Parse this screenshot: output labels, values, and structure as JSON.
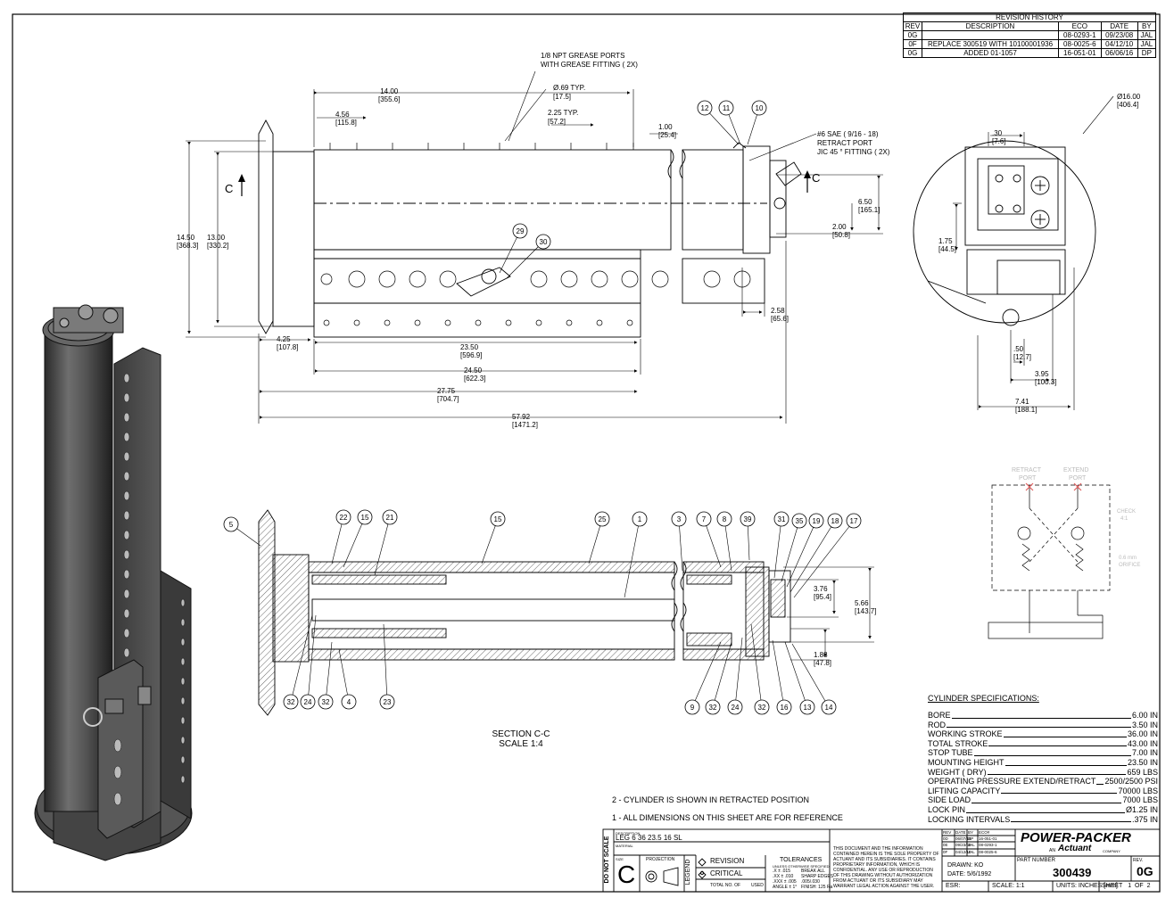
{
  "revision_history": {
    "title": "REVISION HISTORY",
    "headers": [
      "REV",
      "DESCRIPTION",
      "ECO",
      "DATE",
      "BY"
    ],
    "rows": [
      [
        "0G",
        "",
        "08-0293-1",
        "09/23/08",
        "JAL"
      ],
      [
        "0F",
        "REPLACE 300519 WITH 10100001936",
        "08-0025-6",
        "04/12/10",
        "JAL"
      ],
      [
        "0G",
        "ADDED 01-1057",
        "16-051-01",
        "06/06/16",
        "DP"
      ]
    ]
  },
  "top_view": {
    "callouts": {
      "grease": [
        "1/8 NPT GREASE PORTS",
        "WITH GREASE FITTING ( 2X)"
      ],
      "hole": [
        "Ø.69 TYP.",
        "[17.5]"
      ],
      "typ": [
        "2.25 TYP.",
        "[57.2]"
      ],
      "retract": [
        "#6 SAE ( 9/16 - 18)",
        "RETRACT PORT",
        "JIC 45 ° FITTING ( 2X)"
      ]
    },
    "dims": [
      {
        "id": "d14",
        "v": "14.00",
        "m": "[355.6]"
      },
      {
        "id": "d456",
        "v": "4.56",
        "m": "[115.8]"
      },
      {
        "id": "d100",
        "v": "1.00",
        "m": "[25.4]"
      },
      {
        "id": "d1450",
        "v": "14.50",
        "m": "[368.3]"
      },
      {
        "id": "d1300",
        "v": "13.00",
        "m": "[330.2]"
      },
      {
        "id": "d650",
        "v": "6.50",
        "m": "[165.1]"
      },
      {
        "id": "d200",
        "v": "2.00",
        "m": "[50.8]"
      },
      {
        "id": "d258",
        "v": "2.58",
        "m": "[65.6]"
      },
      {
        "id": "d425",
        "v": "4.25",
        "m": "[107.8]"
      },
      {
        "id": "d2350",
        "v": "23.50",
        "m": "[596.9]"
      },
      {
        "id": "d2450",
        "v": "24.50",
        "m": "[622.3]"
      },
      {
        "id": "d2775",
        "v": "27.75",
        "m": "[704.7]"
      },
      {
        "id": "d5792",
        "v": "57.92",
        "m": "[1471.2]"
      }
    ],
    "section_marks": [
      "C",
      "C"
    ],
    "balloons": [
      "12",
      "11",
      "10",
      "29",
      "30"
    ]
  },
  "end_view": {
    "dims": [
      {
        "id": "d1600",
        "v": "Ø16.00",
        "m": "[406.4]"
      },
      {
        "id": "d30",
        "v": ".30",
        "m": "[7.6]"
      },
      {
        "id": "d175",
        "v": "1.75",
        "m": "[44.5]"
      },
      {
        "id": "d50",
        "v": ".50",
        "m": "[12.7]"
      },
      {
        "id": "d395",
        "v": "3.95",
        "m": "[100.3]"
      },
      {
        "id": "d741",
        "v": "7.41",
        "m": "[188.1]"
      }
    ]
  },
  "schematic": {
    "labels": [
      "RETRACT",
      "PORT",
      "EXTEND",
      "PORT",
      "CHECK",
      "4:1",
      "0.6 mm",
      "ORIFICE"
    ]
  },
  "section_view": {
    "title": "SECTION C-C",
    "scale": "SCALE 1:4",
    "dims": [
      {
        "id": "d376",
        "v": "3.76",
        "m": "[95.4]"
      },
      {
        "id": "d566",
        "v": "5.66",
        "m": "[143.7]"
      },
      {
        "id": "d188",
        "v": "1.88",
        "m": "[47.8]"
      }
    ],
    "balloons_top": [
      "5",
      "22",
      "15",
      "21",
      "15",
      "25",
      "1",
      "3",
      "7",
      "8",
      "39",
      "31",
      "35",
      "19",
      "18",
      "17"
    ],
    "balloons_bottom": [
      "32",
      "24",
      "32",
      "4",
      "23",
      "9",
      "32",
      "24",
      "32",
      "16",
      "13",
      "14"
    ]
  },
  "notes": [
    "2 - CYLINDER IS SHOWN IN RETRACTED POSITION",
    "1 - ALL DIMENSIONS ON THIS SHEET ARE FOR REFERENCE"
  ],
  "specs": {
    "title": "CYLINDER SPECIFICATIONS:",
    "rows": [
      {
        "label": "BORE",
        "value": "6.00 IN"
      },
      {
        "label": "ROD",
        "value": "3.50 IN"
      },
      {
        "label": "WORKING STROKE",
        "value": "36.00 IN"
      },
      {
        "label": "TOTAL STROKE",
        "value": "43.00 IN"
      },
      {
        "label": "STOP TUBE",
        "value": "7.00 IN"
      },
      {
        "label": "MOUNTING HEIGHT",
        "value": "23.50 IN"
      },
      {
        "label": "WEIGHT ( DRY)",
        "value": "659 LBS"
      },
      {
        "label": "OPERATING PRESSURE EXTEND/RETRACT",
        "value": "2500/2500 PSI"
      },
      {
        "label": "LIFTING CAPACITY",
        "value": "70000 LBS"
      },
      {
        "label": "SIDE LOAD",
        "value": "7000 LBS"
      },
      {
        "label": "LOCK PIN",
        "value": "Ø1.25 IN"
      },
      {
        "label": "LOCKING INTERVALS",
        "value": ".375 IN"
      }
    ]
  },
  "title_block": {
    "do_not_scale": "DO NOT SCALE",
    "description_label": "DESCRIPTION",
    "description": "LEG 6 36 23.5 16 SL",
    "material_label": "MATERIAL",
    "size_label": "SIZE",
    "size": "C",
    "projection_label": "PROJECTION",
    "legend": "LEGEND",
    "revision": "REVISION",
    "critical": "CRITICAL",
    "total_no": "TOTAL NO. OF",
    "used": "USED",
    "tolerances_title": "TOLERANCES",
    "tolerances_sub": "UNLESS OTHERWISE SPECIFIED",
    "tol_lines": [
      ".X ± .015",
      ".XX ± .010",
      ".XXX ± .005",
      "ANGLE ± 1°"
    ],
    "tol_right": [
      "BREAK ALL",
      "SHARP EDGES",
      ".005/.030",
      "FINISH: 125 Ra"
    ],
    "proprietary": [
      "THIS DOCUMENT AND THE INFORMATION",
      "CONTAINED HEREIN IS THE SOLE PROPERTY OF",
      "ACTUANT AND ITS SUBSIDIARIES. IT CONTAINS",
      "PROPRIETARY INFORMATION, WHICH IS",
      "CONFIDENTIAL. ANY USE OR REPRODUCTION",
      "OF THIS DRAWING WITHOUT AUTHORIZATION",
      "FROM ACTUANT OR ITS SUBSIDIARY MAY",
      "WARRANT LEGAL ACTION AGAINST THE USER."
    ],
    "mini_rev_headers": [
      "REV",
      "DATE",
      "BY",
      "ECO#"
    ],
    "mini_rev_rows": [
      [
        "0D",
        "06/07/16",
        "DP",
        "16-051-01"
      ],
      [
        "0E",
        "09/23/08",
        "JAL",
        "08-0293-1"
      ],
      [
        "0F",
        "04/12/10",
        "JAL",
        "08-0025-6"
      ]
    ],
    "company": "POWER-PACKER",
    "an": "AN",
    "actuant": "Actuant",
    "company_suffix": "COMPANY",
    "part_number_label": "PART NUMBER",
    "part_number": "300439",
    "drawn": "DRAWN: KO",
    "date": "DATE: 5/6/1992",
    "rev_label": "REV.",
    "rev": "0G",
    "esr": "ESR:",
    "scale": "SCALE: 1:1",
    "units": "UNITS: INCHES [mm]",
    "sheet": "SHEET",
    "sheet_no": "1",
    "of": "OF",
    "sheet_total": "2"
  }
}
